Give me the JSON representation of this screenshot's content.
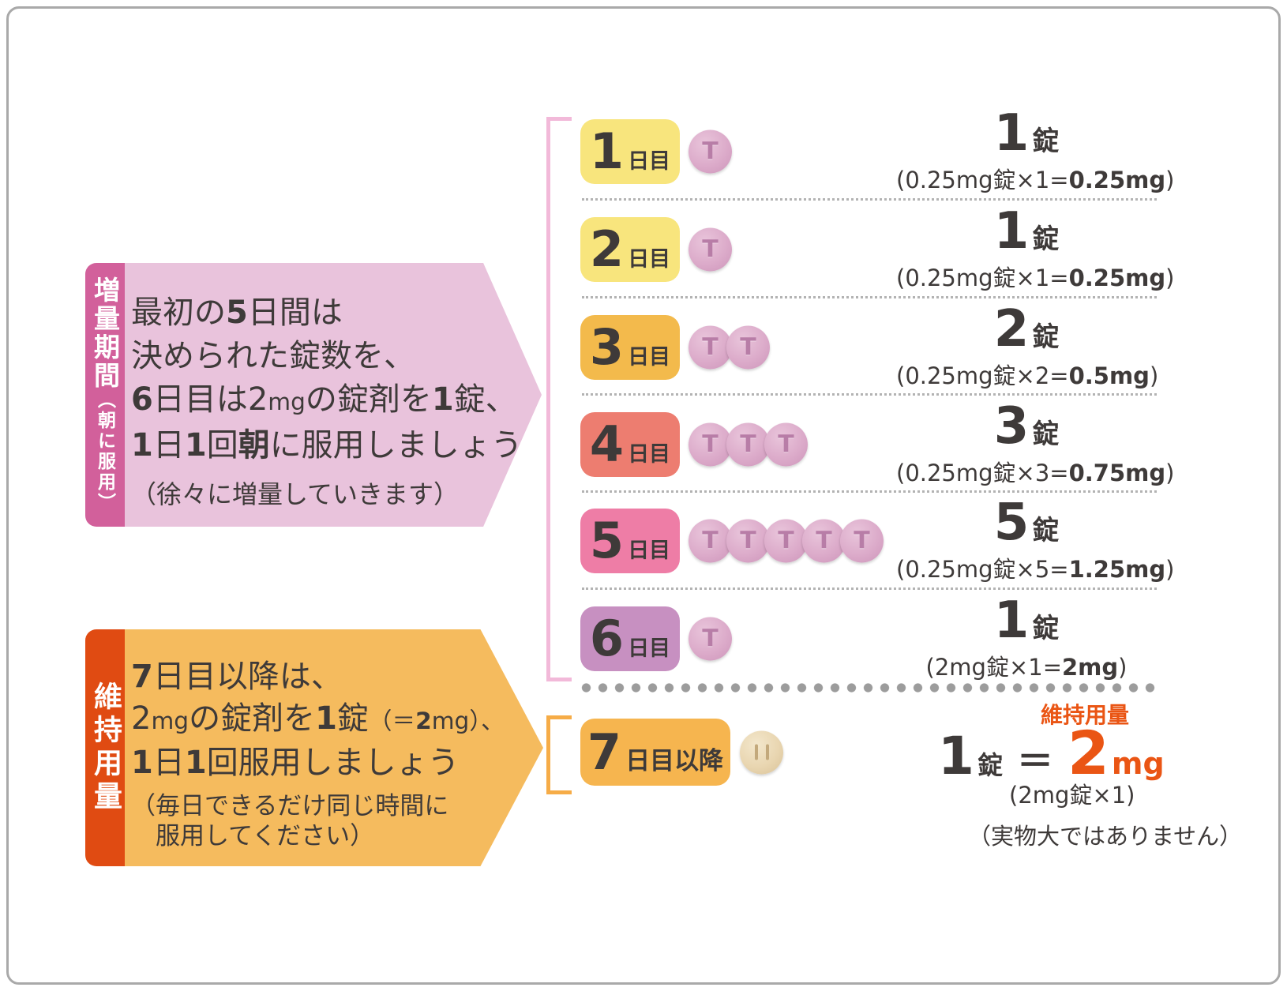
{
  "colors": {
    "accent_orange": "#ea5514",
    "titration_strip": "#d2609b",
    "titration_body": "#e9c3dc",
    "maintenance_strip": "#e04b12",
    "maintenance_body": "#f5bb5e",
    "bracket_pink": "#f2b9d9",
    "bracket_orange": "#f6ac47",
    "text_dark": "#3e3a39"
  },
  "titration_callout": {
    "tag": "増量期間",
    "tag_sub": "（朝に服用）",
    "lines": [
      [
        {
          "t": "最初の"
        },
        {
          "t": "5",
          "b": 1
        },
        {
          "t": "日間は"
        }
      ],
      [
        {
          "t": "決められた錠数を、"
        }
      ],
      [
        {
          "t": "6",
          "b": 1
        },
        {
          "t": "日目は2"
        },
        {
          "t": "mg",
          "s": 1
        },
        {
          "t": "の錠剤を"
        },
        {
          "t": "1",
          "b": 1
        },
        {
          "t": "錠、"
        }
      ],
      [
        {
          "t": "1",
          "b": 1
        },
        {
          "t": "日"
        },
        {
          "t": "1",
          "b": 1
        },
        {
          "t": "回"
        },
        {
          "t": "朝",
          "b": 1
        },
        {
          "t": "に服用しましょう"
        }
      ]
    ],
    "note": "（徐々に増量していきます）"
  },
  "maintenance_callout": {
    "tag": "維持用量",
    "lines": [
      [
        {
          "t": "7",
          "b": 1
        },
        {
          "t": "日目以降は、"
        }
      ],
      [
        {
          "t": "2"
        },
        {
          "t": "mg",
          "s": 1
        },
        {
          "t": "の錠剤を"
        },
        {
          "t": "1",
          "b": 1
        },
        {
          "t": "錠"
        },
        {
          "t": "（＝",
          "s": 1
        },
        {
          "t": "2",
          "b": 1,
          "s": 1
        },
        {
          "t": "mg",
          "s": 1
        },
        {
          "t": "）、",
          "s": 1
        }
      ],
      [
        {
          "t": "1",
          "b": 1
        },
        {
          "t": "日"
        },
        {
          "t": "1",
          "b": 1
        },
        {
          "t": "回服用しましょう"
        }
      ]
    ],
    "note_lines": [
      "（毎日できるだけ同じ時間に",
      "　服用してください）"
    ]
  },
  "days": [
    {
      "num": "1",
      "suffix": "日目",
      "badge_color": "#f8e57d",
      "pill": {
        "type": "pink",
        "imprint": "T",
        "count": 1
      },
      "dose": {
        "count": "1",
        "unit": "錠",
        "detail": [
          {
            "t": "(0.25mg錠×1="
          },
          {
            "t": "0.25mg",
            "b": 1
          },
          {
            "t": ")"
          }
        ]
      }
    },
    {
      "num": "2",
      "suffix": "日目",
      "badge_color": "#f8e57d",
      "pill": {
        "type": "pink",
        "imprint": "T",
        "count": 1
      },
      "dose": {
        "count": "1",
        "unit": "錠",
        "detail": [
          {
            "t": "(0.25mg錠×1="
          },
          {
            "t": "0.25mg",
            "b": 1
          },
          {
            "t": ")"
          }
        ]
      }
    },
    {
      "num": "3",
      "suffix": "日目",
      "badge_color": "#f3ba4c",
      "pill": {
        "type": "pink",
        "imprint": "T",
        "count": 2
      },
      "dose": {
        "count": "2",
        "unit": "錠",
        "detail": [
          {
            "t": "(0.25mg錠×2="
          },
          {
            "t": "0.5mg",
            "b": 1
          },
          {
            "t": ")"
          }
        ]
      }
    },
    {
      "num": "4",
      "suffix": "日目",
      "badge_color": "#ed7d70",
      "pill": {
        "type": "pink",
        "imprint": "T",
        "count": 3
      },
      "dose": {
        "count": "3",
        "unit": "錠",
        "detail": [
          {
            "t": "(0.25mg錠×3="
          },
          {
            "t": "0.75mg",
            "b": 1
          },
          {
            "t": ")"
          }
        ]
      }
    },
    {
      "num": "5",
      "suffix": "日目",
      "badge_color": "#ee7da6",
      "pill": {
        "type": "pink",
        "imprint": "T",
        "count": 5
      },
      "dose": {
        "count": "5",
        "unit": "錠",
        "detail": [
          {
            "t": "(0.25mg錠×5="
          },
          {
            "t": "1.25mg",
            "b": 1
          },
          {
            "t": ")"
          }
        ]
      }
    },
    {
      "num": "6",
      "suffix": "日目",
      "badge_color": "#c790c1",
      "pill": {
        "type": "pink",
        "imprint": "T",
        "count": 1
      },
      "dose": {
        "count": "1",
        "unit": "錠",
        "detail": [
          {
            "t": "(2mg錠×1="
          },
          {
            "t": "2mg",
            "b": 1
          },
          {
            "t": ")"
          }
        ]
      }
    },
    {
      "num": "7",
      "suffix": "日目以降",
      "badge_color": "#f6b54f",
      "pill": {
        "type": "beige",
        "imprint": "",
        "count": 1
      }
    }
  ],
  "maintenance_dose": {
    "label": "維持用量",
    "count": "1",
    "unit": "錠",
    "equals": "＝",
    "value": "2",
    "value_unit": "mg",
    "detail": "(2mg錠×1)",
    "disclaimer": "（実物大ではありません）"
  }
}
